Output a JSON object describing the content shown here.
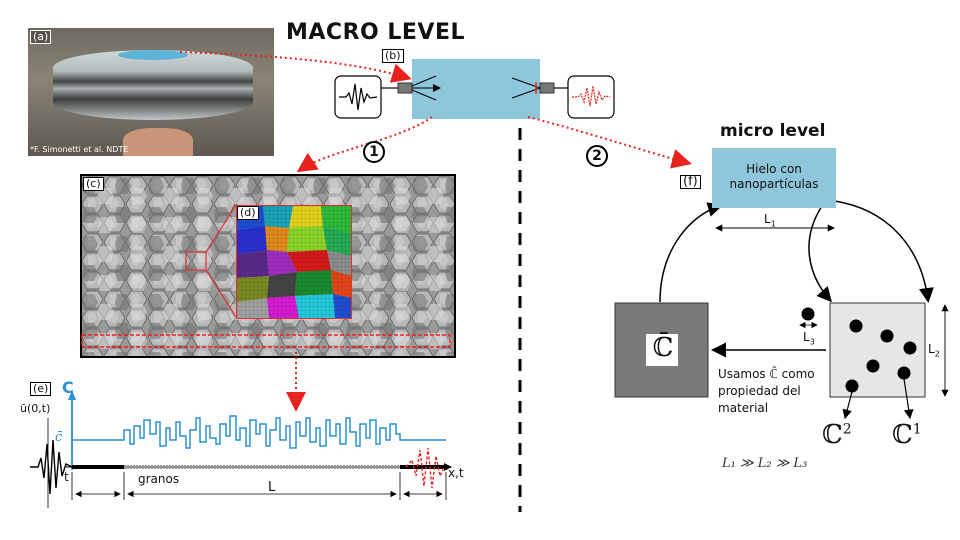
{
  "title": "MACRO LEVEL",
  "micro_title": "micro level",
  "labels": {
    "a": "(a)",
    "b": "(b)",
    "c": "(c)",
    "d": "(d)",
    "e": "(e)",
    "f": "(f)"
  },
  "photo_credit": "*F. Simonetti et al. NDTE",
  "steps": {
    "one": "1",
    "two": "2"
  },
  "micro_box": {
    "line1": "Hielo con",
    "line2": "nanopartículas"
  },
  "dimensions": {
    "L1": "L",
    "L1_sub": "1",
    "L2": "L",
    "L2_sub": "2",
    "L3": "L",
    "L3_sub": "3"
  },
  "effective_symbol": "ℂ̄",
  "usage_text": {
    "line1": "Usamos ℂ̄ como",
    "line2": "propiedad del",
    "line3": "material"
  },
  "tensors": {
    "c2": "ℂ",
    "c2_sup": "2",
    "c1": "ℂ",
    "c1_sup": "1"
  },
  "scale_relation": "L₁ ≫ L₂ ≫ L₃",
  "signal_plot": {
    "y_axis_label": "C",
    "c_bar_label": "c̄",
    "incident_label": "ū(0,t)",
    "t_label": "t",
    "x_axis_label": "x,t",
    "granos_label": "granos",
    "L_label": "L"
  },
  "colors": {
    "box_blue": "#8ec6dc",
    "signal_blue": "#2a8fd4",
    "arrow_red": "#e8231f",
    "gray_square": "#7a7a7a",
    "light_square": "#e6e6e6"
  }
}
